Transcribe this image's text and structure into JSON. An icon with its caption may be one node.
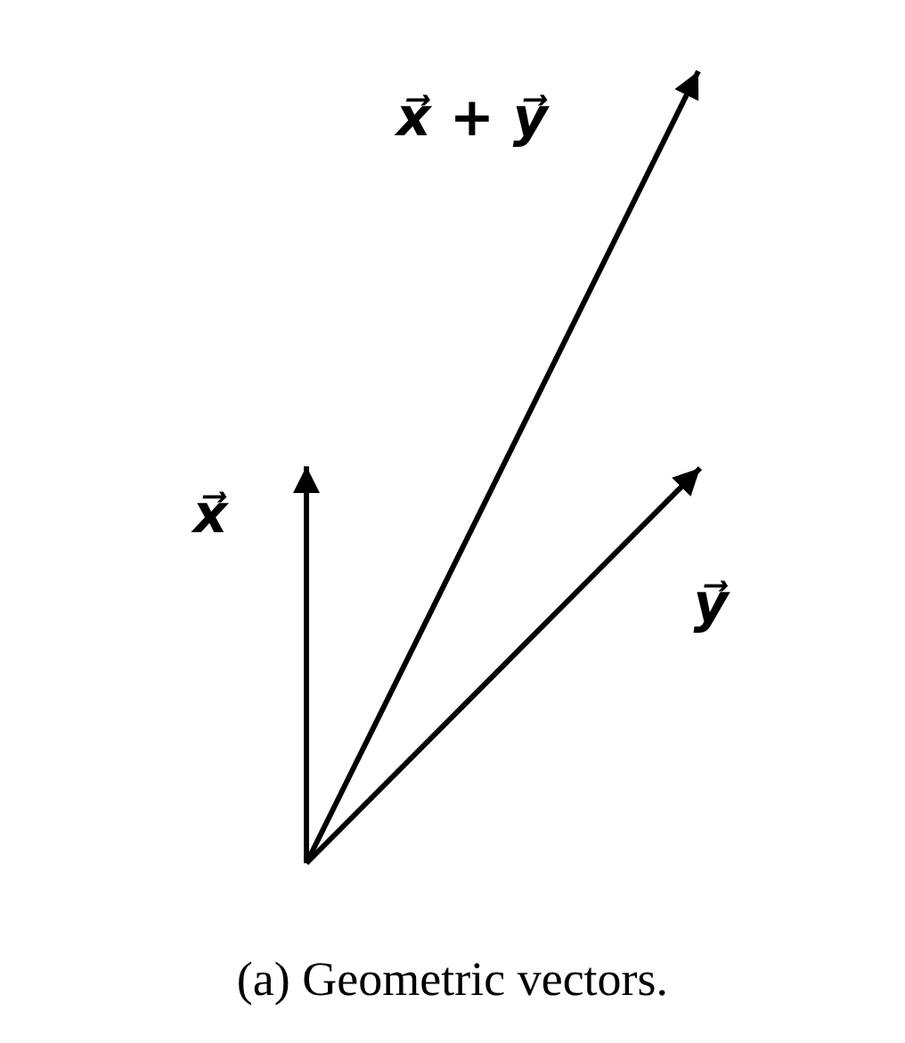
{
  "diagram": {
    "caption": "(a) Geometric vectors.",
    "labels": [
      "x⃗",
      "y⃗",
      "x⃗ + y⃗"
    ]
  }
}
